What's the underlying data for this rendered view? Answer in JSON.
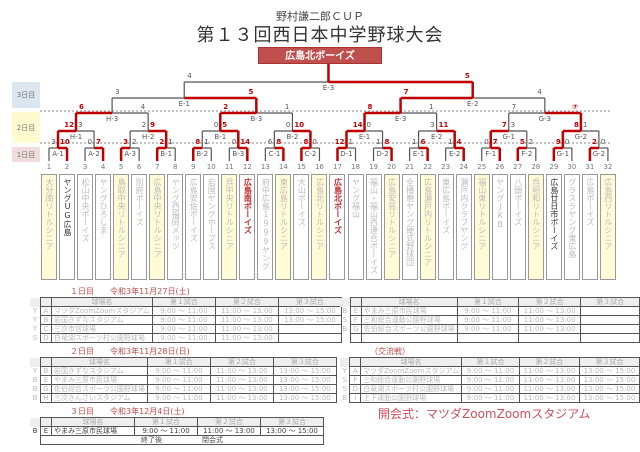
{
  "header": {
    "subtitle": "野村謙二郎ＣＵＰ",
    "title": "第１３回西日本中学野球大会",
    "champion": "広島北ボーイズ"
  },
  "day_labels": [
    "3日目",
    "2日目",
    "1日目"
  ],
  "colors": {
    "win": "#c00000",
    "line": "#555555",
    "champion_bg": "#c0504d",
    "senior_bg": "#fffbd6"
  },
  "teams": [
    {
      "no": "1",
      "name": "大分南リトルシニア",
      "style": "y"
    },
    {
      "no": "2",
      "name": "ヤングUG広島",
      "style": "dark"
    },
    {
      "no": "3",
      "name": "松山中央ボーイズ",
      "style": ""
    },
    {
      "no": "4",
      "name": "ヤングひろしま",
      "style": ""
    },
    {
      "no": "5",
      "name": "鳥取中央リトルシニア",
      "style": "y"
    },
    {
      "no": "6",
      "name": "別府ボーイズ",
      "style": ""
    },
    {
      "no": "7",
      "name": "広島中央リトルシニア",
      "style": "y"
    },
    {
      "no": "8",
      "name": "ヤング西福岡メッツ",
      "style": ""
    },
    {
      "no": "9",
      "name": "広島安佐ボーイズ",
      "style": ""
    },
    {
      "no": "10",
      "name": "岩国ヤングホープス",
      "style": ""
    },
    {
      "no": "11",
      "name": "呉中央リトルシニア",
      "style": "y"
    },
    {
      "no": "12",
      "name": "広島南ボーイズ",
      "style": "red"
    },
    {
      "no": "13",
      "name": "府中広島1999ヤング",
      "style": ""
    },
    {
      "no": "14",
      "name": "東広島リトルシニア",
      "style": "y"
    },
    {
      "no": "15",
      "name": "大山ボーイズ",
      "style": ""
    },
    {
      "no": "16",
      "name": "広島北リトルシニア",
      "style": "y"
    },
    {
      "no": "17",
      "name": "広島北ボーイズ",
      "style": "red"
    },
    {
      "no": "18",
      "name": "ヤング福山",
      "style": ""
    },
    {
      "no": "19",
      "name": "福山・福山西連合ボーイズ",
      "style": ""
    },
    {
      "no": "20",
      "name": "広島安芸リトルシニア",
      "style": "y"
    },
    {
      "no": "21",
      "name": "全播磨ヤング硬式野球団",
      "style": ""
    },
    {
      "no": "22",
      "name": "広島瀬戸内リトルシニア",
      "style": "y"
    },
    {
      "no": "23",
      "name": "東広島ボーイズ",
      "style": ""
    },
    {
      "no": "24",
      "name": "瀬戸内クラブヤング",
      "style": ""
    },
    {
      "no": "25",
      "name": "福山東リトルシニア",
      "style": "y"
    },
    {
      "no": "26",
      "name": "ヤングJKB",
      "style": ""
    },
    {
      "no": "27",
      "name": "八頭ボーイズ",
      "style": ""
    },
    {
      "no": "28",
      "name": "呉昭和リトルシニア",
      "style": "y"
    },
    {
      "no": "29",
      "name": "広島廿日市ボーイズ",
      "style": "dark"
    },
    {
      "no": "30",
      "name": "グラスラヤング東広島",
      "style": ""
    },
    {
      "no": "31",
      "name": "広島ボーイズ",
      "style": ""
    },
    {
      "no": "32",
      "name": "広島西リトルシニア",
      "style": "y"
    }
  ],
  "rounds": [
    [
      {
        "label": "A-1",
        "scores": [
          "3",
          "10"
        ],
        "winner": 1
      },
      {
        "label": "A-2",
        "scores": [
          "0",
          "7"
        ],
        "winner": 1
      },
      {
        "label": "A-3",
        "scores": [
          "3",
          "2"
        ],
        "winner": 0
      },
      {
        "label": "B-1",
        "scores": [
          "2",
          "1"
        ],
        "winner": 0
      },
      {
        "label": "B-2",
        "scores": [
          "8",
          "1"
        ],
        "winner": 0
      },
      {
        "label": "B-3",
        "scores": [
          "0",
          "14"
        ],
        "winner": 1
      },
      {
        "label": "C-1",
        "scores": [
          "6",
          "8"
        ],
        "winner": 1
      },
      {
        "label": "C-2",
        "scores": [
          "8",
          "0"
        ],
        "winner": 0
      },
      {
        "label": "D-1",
        "scores": [
          "12",
          "1"
        ],
        "winner": 0
      },
      {
        "label": "D-2",
        "scores": [
          "1",
          "8"
        ],
        "winner": 1
      },
      {
        "label": "E-1",
        "scores": [
          "1",
          "6"
        ],
        "winner": 1
      },
      {
        "label": "E-2",
        "scores": [
          "1",
          "4"
        ],
        "winner": 1
      },
      {
        "label": "F-1",
        "scores": [
          "0",
          "7"
        ],
        "winner": 1
      },
      {
        "label": "F-2",
        "scores": [
          "5",
          "2"
        ],
        "winner": 0
      },
      {
        "label": "G-1",
        "scores": [
          "9",
          "0"
        ],
        "winner": 0
      },
      {
        "label": "G-2",
        "scores": [
          "2",
          "0"
        ],
        "winner": 0
      }
    ],
    [
      {
        "label": "H-1",
        "scores": [
          "12",
          "3"
        ],
        "winner": 0
      },
      {
        "label": "H-2",
        "scores": [
          "2",
          "9"
        ],
        "winner": 1
      },
      {
        "label": "B-1",
        "scores": [
          "0",
          "5"
        ],
        "winner": 1
      },
      {
        "label": "B-2",
        "scores": [
          "0",
          "10"
        ],
        "winner": 1
      },
      {
        "label": "E-1",
        "scores": [
          "14",
          "0"
        ],
        "winner": 0
      },
      {
        "label": "E-2",
        "scores": [
          "3",
          "11"
        ],
        "winner": 1
      },
      {
        "label": "G-1",
        "scores": [
          "7",
          "3"
        ],
        "winner": 0
      },
      {
        "label": "G-2",
        "scores": [
          "8",
          "1"
        ],
        "winner": 0
      }
    ],
    [
      {
        "label": "H-3",
        "scores": [
          "6",
          "4"
        ],
        "winner": 0
      },
      {
        "label": "B-3",
        "scores": [
          "2",
          "1"
        ],
        "winner": 0
      },
      {
        "label": "E-3",
        "scores": [
          "8",
          "1"
        ],
        "winner": 0
      },
      {
        "label": "G-3",
        "scores": [
          "7",
          "⑦"
        ],
        "winner": 1
      }
    ],
    [
      {
        "label": "E-1",
        "scores": [
          "3",
          "5"
        ],
        "winner": 1
      },
      {
        "label": "E-2",
        "scores": [
          "7",
          "4"
        ],
        "winner": 0
      }
    ],
    [
      {
        "label": "E-3",
        "scores": [
          "4",
          "5"
        ],
        "winner": 1
      }
    ]
  ],
  "schedule": {
    "headers": [
      "球場名",
      "第１試合",
      "第２試合",
      "第３試合"
    ],
    "day1": {
      "title": "１日目　　令和3年11月27日(土)",
      "rows": [
        {
          "pre": "Y",
          "let": "A",
          "name": "マツダZoomZoomスタジアム",
          "slots": [
            "9:00 ～ 11:00",
            "11:00 ～ 13:00",
            "13:00 ～ 15:00"
          ]
        },
        {
          "pre": "Y",
          "let": "B",
          "name": "岩国きずなスタジアム",
          "slots": [
            "9:00 ～ 11:00",
            "11:00 ～ 13:00",
            "13:00 ～ 15:00"
          ]
        },
        {
          "pre": "Y",
          "let": "C",
          "name": "三次市営球場",
          "slots": [
            "9:00 ～ 11:00",
            "11:00 ～ 13:00",
            ""
          ]
        },
        {
          "pre": "S",
          "let": "D",
          "name": "白竜湖スポーツ村公園野球場",
          "slots": [
            "9:00 ～ 11:00",
            "11:00 ～ 13:00",
            ""
          ]
        }
      ]
    },
    "day1_right": {
      "rows": [
        {
          "pre": "B",
          "let": "E",
          "name": "やまみ三原市民球場",
          "slots": [
            "9:00 ～ 11:00",
            "11:00 ～ 13:00",
            ""
          ]
        },
        {
          "pre": "S",
          "let": "F",
          "name": "三和総合運動公園野球場",
          "slots": [
            "9:00 ～ 11:00",
            "11:00 ～ 13:00",
            ""
          ]
        },
        {
          "pre": "B",
          "let": "G",
          "name": "佐伯総合スポーツ公園野球場",
          "slots": [
            "9:00 ～ 11:00",
            "11:00 ～ 13:00",
            ""
          ]
        },
        {
          "pre": "",
          "let": "",
          "name": "",
          "slots": [
            "",
            "",
            ""
          ]
        }
      ]
    },
    "day2": {
      "title": "２日目　　令和3年11月28日(日)",
      "rows": [
        {
          "pre": "Y",
          "let": "B",
          "name": "岩国きずなスタジアム",
          "slots": [
            "9:00 ～ 11:00",
            "11:00 ～ 13:00",
            "13:00 ～ 15:00"
          ]
        },
        {
          "pre": "B",
          "let": "E",
          "name": "やまみ三原市民球場",
          "slots": [
            "9:00 ～ 11:00",
            "11:00 ～ 13:00",
            "13:00 ～ 15:00"
          ]
        },
        {
          "pre": "B",
          "let": "G",
          "name": "佐伯総合スポーツ公園野球場",
          "slots": [
            "9:00 ～ 11:00",
            "11:00 ～ 13:00",
            "13:00 ～ 15:00"
          ]
        },
        {
          "pre": "B",
          "let": "H",
          "name": "三次きんさいスタジアム",
          "slots": [
            "9:00 ～ 11:00",
            "11:00 ～ 13:00",
            "13:00 ～ 15:00"
          ]
        }
      ]
    },
    "exchange": {
      "title": "（交流戦）",
      "rows": [
        {
          "pre": "Y",
          "let": "A",
          "name": "マツダZoomZoomスタジアム",
          "slots": [
            "9:00 ～ 11:00",
            "11:00 ～ 13:00",
            "13:00 ～ 15:00"
          ]
        },
        {
          "pre": "S",
          "let": "F",
          "name": "三和総合運動公園野球場",
          "slots": [
            "9:00 ～ 11:00",
            "11:00 ～ 13:00",
            "13:00 ～ 15:00"
          ]
        },
        {
          "pre": "S",
          "let": "D",
          "name": "白竜湖スポーツ村公園野球場",
          "slots": [
            "9:00 ～ 11:00",
            "11:00 ～ 13:00",
            "13:00 ～ 15:00"
          ]
        },
        {
          "pre": "B",
          "let": "I",
          "name": "上下運動公園野球場",
          "slots": [
            "9:00 ～ 11:00",
            "11:00 ～ 13:00",
            "13:00 ～ 15:00"
          ]
        }
      ]
    },
    "day3": {
      "title": "３日目　　令和3年12月4日(土)",
      "rows": [
        {
          "pre": "B",
          "let": "E",
          "name": "やまみ三原市民球場",
          "slots": [
            "9:00 ～ 11:00",
            "11:00 ～ 13:00",
            "13:00 ～ 15:00"
          ]
        }
      ],
      "footer": [
        "終了後",
        "閉会式"
      ]
    }
  },
  "opening": "開会式：マツダZoomZoomスタジアム"
}
